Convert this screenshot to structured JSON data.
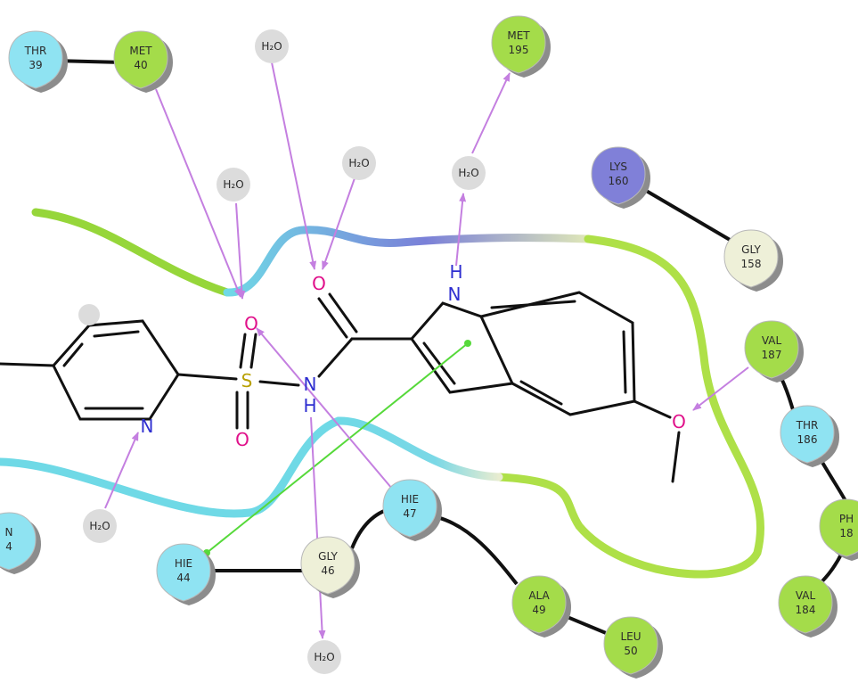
{
  "residues": [
    {
      "id": "thr39",
      "l1": "THR",
      "l2": "39",
      "type": "polar"
    },
    {
      "id": "met40",
      "l1": "MET",
      "l2": "40",
      "type": "hydrophobic"
    },
    {
      "id": "met195",
      "l1": "MET",
      "l2": "195",
      "type": "hydrophobic"
    },
    {
      "id": "lys160",
      "l1": "LYS",
      "l2": "160",
      "type": "positive"
    },
    {
      "id": "gly158",
      "l1": "GLY",
      "l2": "158",
      "type": "glycine"
    },
    {
      "id": "val187",
      "l1": "VAL",
      "l2": "187",
      "type": "hydrophobic"
    },
    {
      "id": "thr186",
      "l1": "THR",
      "l2": "186",
      "type": "polar"
    },
    {
      "id": "phe_partial",
      "l1": "PH",
      "l2": "18",
      "type": "hydrophobic"
    },
    {
      "id": "val184",
      "l1": "VAL",
      "l2": "184",
      "type": "hydrophobic"
    },
    {
      "id": "hie47",
      "l1": "HIE",
      "l2": "47",
      "type": "polar"
    },
    {
      "id": "gly46",
      "l1": "GLY",
      "l2": "46",
      "type": "glycine"
    },
    {
      "id": "hie44",
      "l1": "HIE",
      "l2": "44",
      "type": "polar"
    },
    {
      "id": "ala49",
      "l1": "ALA",
      "l2": "49",
      "type": "hydrophobic"
    },
    {
      "id": "leu50",
      "l1": "LEU",
      "l2": "50",
      "type": "hydrophobic"
    },
    {
      "id": "left_partial",
      "l1": "N",
      "l2": "4",
      "type": "polar"
    }
  ],
  "water_label": "H₂O",
  "atoms": {
    "o_sulfonyl_top": "O",
    "o_sulfonyl_bottom": "O",
    "s_sulfonyl": "S",
    "n_amide": "N",
    "h_amide": "H",
    "o_carbonyl": "O",
    "n_indole": "N",
    "h_indole": "H",
    "n_pyridine": "N",
    "o_methoxy": "O"
  },
  "colors": {
    "polar": "#8fe3f2",
    "hydrophobic": "#a4dc4a",
    "positive": "#8080d8",
    "glycine": "#eef0d8",
    "water": "#dcdcdc",
    "hbond": "#c47fe0",
    "pipi": "#56d93a",
    "pocket_cyan": "#6fd9e6",
    "pocket_green": "#96d63a",
    "oxygen": "#e0108a",
    "nitrogen": "#2f2fd0",
    "sulfur": "#b8a000"
  }
}
